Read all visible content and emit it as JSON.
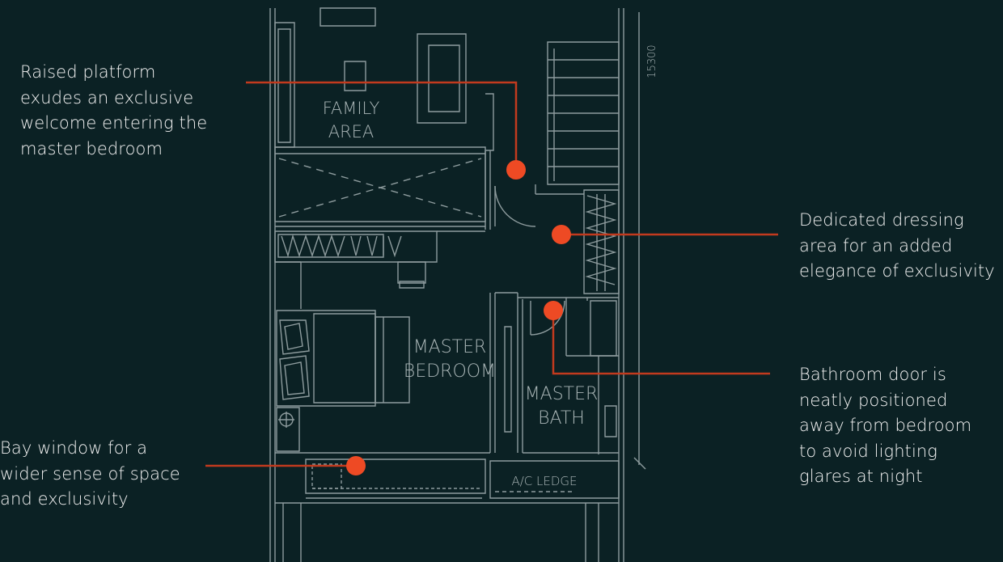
{
  "plan": {
    "room_labels": {
      "family_area": [
        "FAMILY",
        "AREA"
      ],
      "master_bedroom": [
        "MASTER",
        "BEDROOM"
      ],
      "master_bath": [
        "MASTER",
        "BATH"
      ],
      "ac_ledge": "A/C LEDGE",
      "dimension": "15300"
    }
  },
  "callouts": {
    "raised_platform": [
      "Raised platform",
      "exudes an exclusive",
      "welcome entering the",
      "master bedroom"
    ],
    "dressing_area": [
      "Dedicated dressing",
      "area for an added",
      "elegance of exclusivity"
    ],
    "bathroom_door": [
      "Bathroom door is",
      "neatly positioned",
      "away from bedroom",
      "to avoid lighting",
      "glares at night"
    ],
    "bay_window": [
      "Bay window for a",
      "wider sense of space",
      "and exclusivity"
    ]
  },
  "colors": {
    "background": "#0b2124",
    "linework": "#8e9c9e",
    "accent": "#ee4a24",
    "leader": "#c23a1e",
    "text": "#f2f2f2"
  }
}
